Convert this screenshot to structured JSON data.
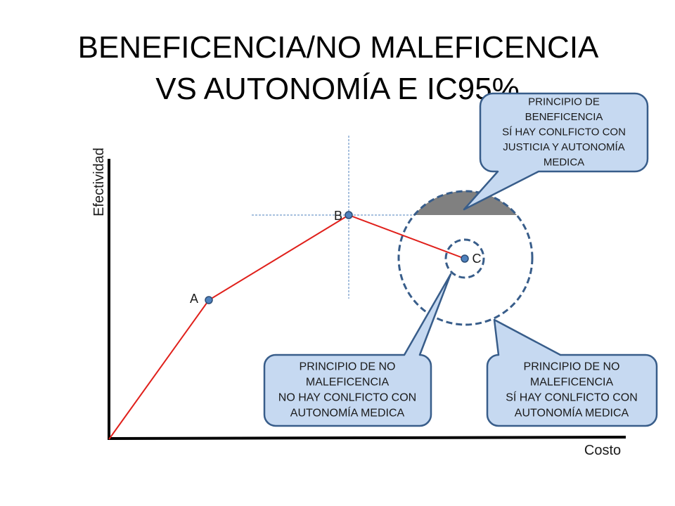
{
  "slide": {
    "title_line1": "BENEFICENCIA/NO MALEFICENCIA",
    "title_line2": "VS AUTONOMÍA E IC95%"
  },
  "diagram": {
    "y_axis_label": "Efectividad",
    "x_axis_label": "Costo",
    "points": [
      {
        "label": "A"
      },
      {
        "label": "B"
      },
      {
        "label": "C"
      }
    ],
    "callouts": [
      {
        "lines": [
          "PRINCIPIO DE",
          "BENEFICENCIA",
          "SÍ HAY CONLFICTO CON",
          "JUSTICIA Y AUTONOMÍA",
          "MEDICA"
        ]
      },
      {
        "lines": [
          "PRINCIPIO DE NO",
          "MALEFICENCIA",
          "NO HAY CONLFICTO CON",
          "AUTONOMÍA MEDICA"
        ]
      },
      {
        "lines": [
          "PRINCIPIO DE NO",
          "MALEFICENCIA",
          "SÍ HAY CONLFICTO CON",
          "AUTONOMÍA MEDICA"
        ]
      }
    ]
  },
  "colors": {
    "title_text": "#000000",
    "cost_effectiveness_line": "#e0201b",
    "point_fill": "#4f81bd",
    "guide_line": "#4f81bd",
    "ci_circle": "#385d8a",
    "shaded_segment": "#808080",
    "callout_fill": "#c6d9f1",
    "callout_border": "#385d8a"
  }
}
